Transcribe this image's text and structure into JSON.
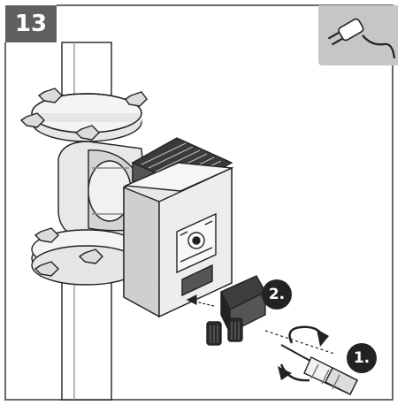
{
  "step": {
    "number": "13"
  },
  "callouts": {
    "first": "1.",
    "second": "2."
  },
  "icons": {
    "plug": "power-plug-disconnected-icon"
  },
  "colors": {
    "frame": "#5f5f5f",
    "plug_panel": "#c6c6c6",
    "badge": "#222222"
  }
}
